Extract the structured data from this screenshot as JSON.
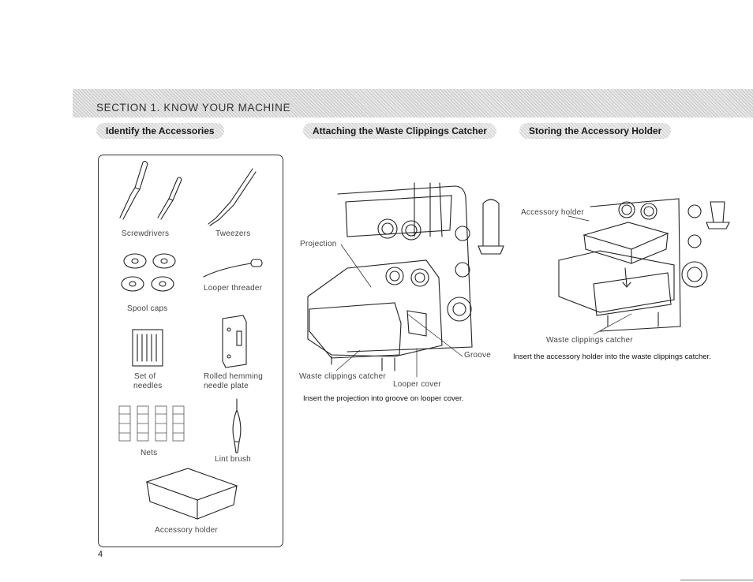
{
  "section_title": "SECTION  1.   KNOW YOUR MACHINE",
  "headings": {
    "accessories": "Identify the Accessories",
    "waste": "Attaching the Waste Clippings Catcher",
    "storing": "Storing the Accessory Holder"
  },
  "accessories": {
    "screwdrivers": "Screwdrivers",
    "tweezers": "Tweezers",
    "looper_threader": "Looper threader",
    "spool_caps": "Spool caps",
    "needles_1": "Set of",
    "needles_2": "needles",
    "hemming_1": "Rolled hemming",
    "hemming_2": "needle plate",
    "nets": "Nets",
    "lint_brush": "Lint brush",
    "accessory_holder": "Accessory holder"
  },
  "waste_figure": {
    "projection": "Projection",
    "groove": "Groove",
    "waste_catcher": "Waste clippings catcher",
    "looper_cover": "Looper cover",
    "caption": "Insert the projection into groove on looper cover."
  },
  "storing_figure": {
    "accessory_holder": "Accessory holder",
    "waste_catcher": "Waste clippings catcher",
    "caption": "Insert the accessory holder into the waste clippings catcher."
  },
  "page_number": "4"
}
